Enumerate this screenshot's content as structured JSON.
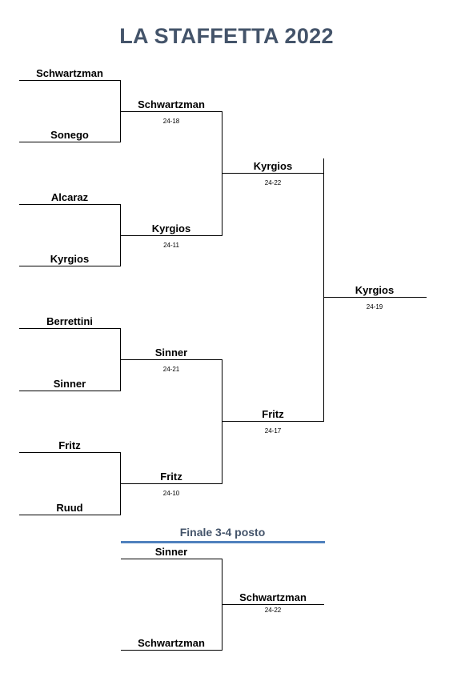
{
  "title": "LA STAFFETTA 2022",
  "round1": [
    {
      "name": "Schwartzman"
    },
    {
      "name": "Sonego"
    },
    {
      "name": "Alcaraz"
    },
    {
      "name": "Kyrgios"
    },
    {
      "name": "Berrettini"
    },
    {
      "name": "Sinner"
    },
    {
      "name": "Fritz"
    },
    {
      "name": "Ruud"
    }
  ],
  "quarterfinals": [
    {
      "winner": "Schwartzman",
      "score": "24-18"
    },
    {
      "winner": "Kyrgios",
      "score": "24-11"
    },
    {
      "winner": "Sinner",
      "score": "24-21"
    },
    {
      "winner": "Fritz",
      "score": "24-10"
    }
  ],
  "semifinals": [
    {
      "winner": "Kyrgios",
      "score": "24-22"
    },
    {
      "winner": "Fritz",
      "score": "24-17"
    }
  ],
  "final": {
    "winner": "Kyrgios",
    "score": "24-19"
  },
  "third_place": {
    "title": "Finale 3-4 posto",
    "players": [
      "Sinner",
      "Schwartzman"
    ],
    "winner": "Schwartzman",
    "score": "24-22"
  },
  "colors": {
    "title": "#44546a",
    "accent_line": "#4f81bd",
    "lines": "#000000"
  }
}
